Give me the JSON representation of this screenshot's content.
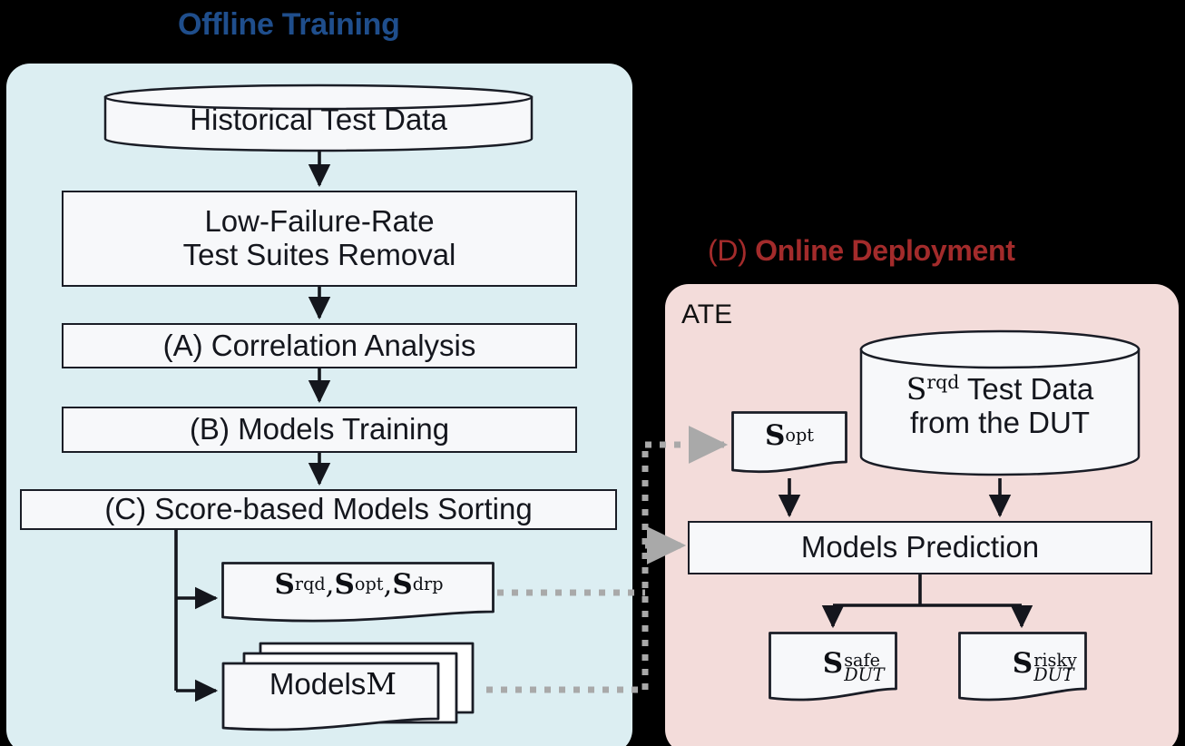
{
  "figure": {
    "background_color": "#000000",
    "offline_panel_color": "#dceef2",
    "online_panel_color": "#f3dcda",
    "offline_title_color": "#1f4e8c",
    "online_title_color": "#a32b2b",
    "node_fill": "#f7f8fa",
    "node_stroke": "#1a1d26",
    "dotted_connector_color": "#a9a9a9"
  },
  "offline": {
    "title": "Offline Training",
    "nodes": {
      "historical_data": "Historical Test Data",
      "removal_line1": "Low-Failure-Rate",
      "removal_line2": "Test Suites Removal",
      "correlation": "(A) Correlation Analysis",
      "models_training": "(B) Models Training",
      "sorting": "(C) Score-based Models Sorting",
      "suite_sets": {
        "item1_base": "S",
        "item1_sup": "rqd",
        "sep1": ", ",
        "item2_base": "S",
        "item2_sup": "opt",
        "sep2": ", ",
        "item3_base": "S",
        "item3_sup": "drp"
      },
      "models_doc_text": "Models ",
      "models_doc_symbol": "M"
    }
  },
  "online": {
    "title_prefix": "(D) ",
    "title_main": "Online Deployment",
    "ate_label": "ATE",
    "nodes": {
      "sopt_base": "S",
      "sopt_sup": "opt",
      "test_data_base": "S",
      "test_data_sup": "rqd",
      "test_data_line1_rest": " Test Data",
      "test_data_line2": "from the DUT",
      "models_prediction": "Models Prediction",
      "safe_base": "S",
      "safe_sup": "safe",
      "safe_sub": "DUT",
      "risky_base": "S",
      "risky_sup": "risky",
      "risky_sub": "DUT"
    }
  }
}
